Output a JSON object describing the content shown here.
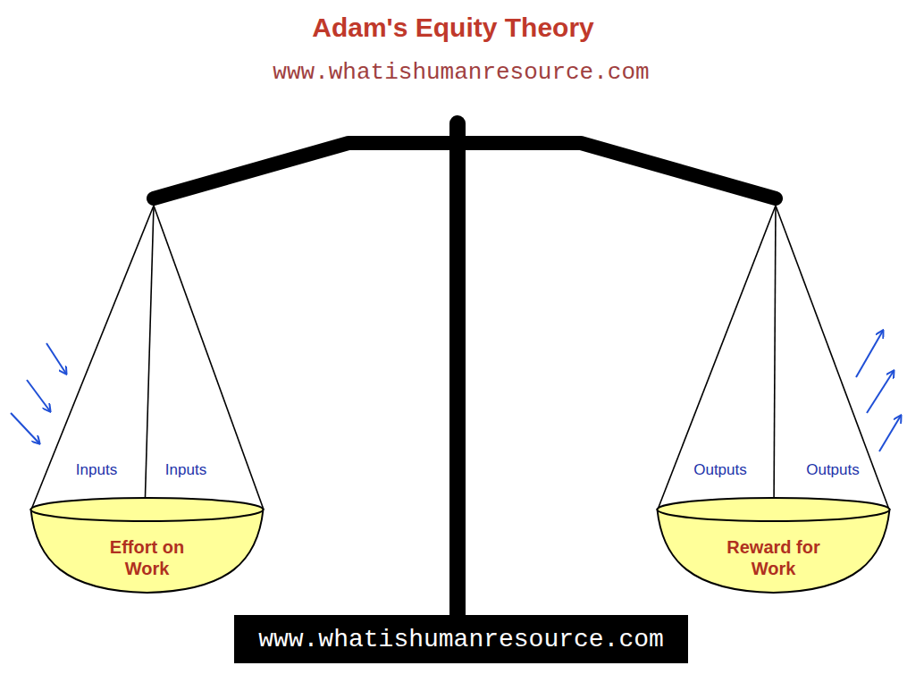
{
  "diagram": {
    "title": "Adam's Equity Theory",
    "nodes": [
      {
        "text": [
          "Effort on Work"
        ]
      },
      {
        "text": [
          "Reward for Work"
        ]
      },
      {
        "text": [
          "www.whatishumanresource.com"
        ]
      }
    ],
    "labels": [
      "www.whatishumanresource.com",
      "Inputs",
      "Inputs",
      "Outputs",
      "Outputs"
    ]
  }
}
